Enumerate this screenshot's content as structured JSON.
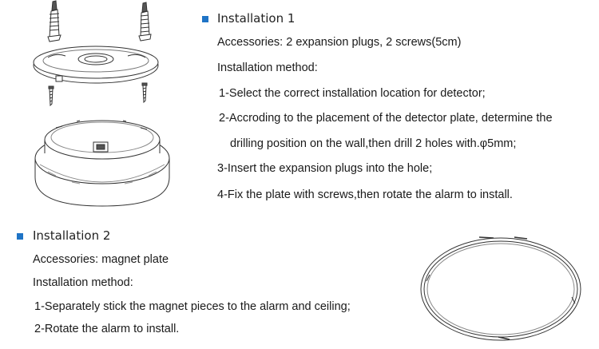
{
  "install1": {
    "title": "Installation 1",
    "accessories": "Accessories: 2 expansion plugs, 2 screws(5cm)",
    "method_label": "Installation method:",
    "steps": [
      "1-Select the correct installation location for detector;",
      "2-Accroding to the placement of the detector plate, determine the",
      "drilling position on the wall,then drill 2 holes with.φ5mm;",
      "3-Insert the expansion plugs into the hole;",
      "4-Fix the plate with screws,then rotate the alarm to install."
    ]
  },
  "install2": {
    "title": "Installation 2",
    "accessories": "Accessories: magnet plate",
    "method_label": "Installation method:",
    "steps": [
      "1-Separately stick the magnet pieces to the alarm and ceiling;",
      "2-Rotate the alarm to install."
    ]
  },
  "colors": {
    "bullet": "#1f74c6",
    "text": "#1a1a1a",
    "line_art": "#333333"
  }
}
